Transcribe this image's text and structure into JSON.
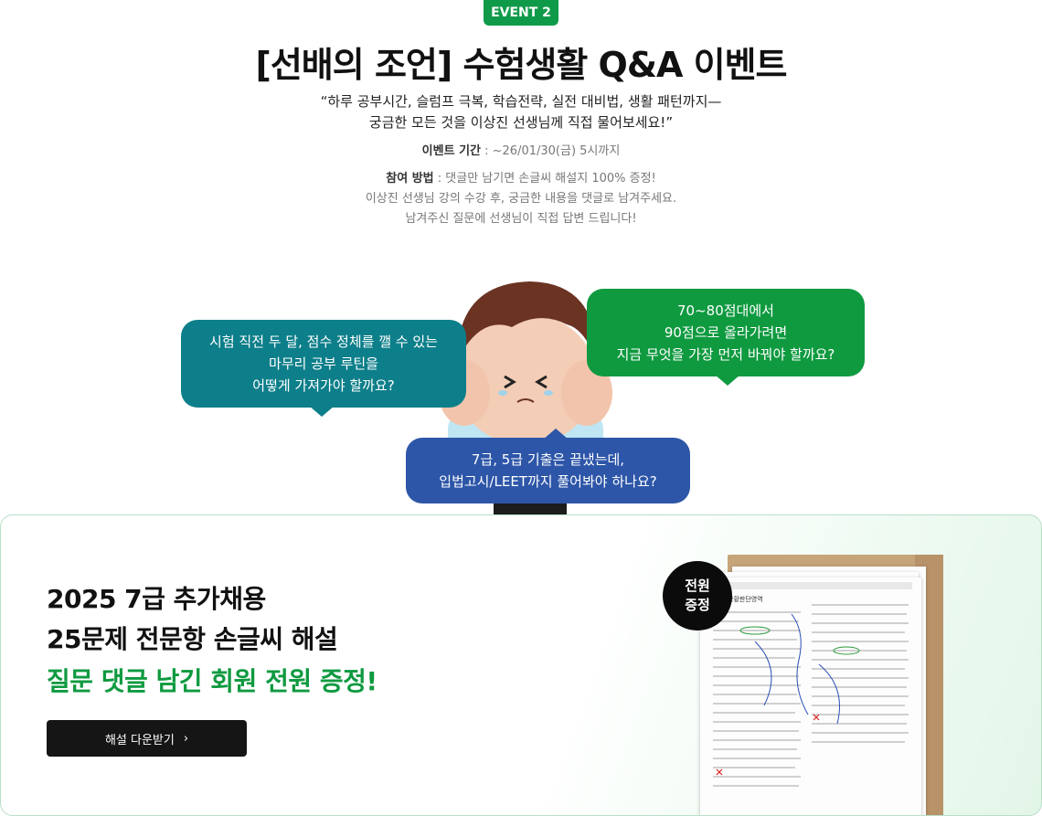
{
  "event_badge": "EVENT 2",
  "title": "[선배의 조언] 수험생활 Q&A 이벤트",
  "quote": {
    "line1": "“하루 공부시간, 슬럼프 극복, 학습전략, 실전 대비법, 생활 패턴까지—",
    "line2": "궁금한 모든 것을 이상진 선생님께 직접 물어보세요!”"
  },
  "period": {
    "label": "이벤트 기간",
    "value": " : ~26/01/30(금) 5시까지"
  },
  "method": {
    "label": "참여 방법",
    "value": " : 댓글만 남기면 손글씨 해설지 100% 증정!",
    "line2": "이상진 선생님 강의 수강 후, 궁금한 내용을 댓글로 남겨주세요.",
    "line3": "남겨주신 질문에 선생님이 직접 답변 드립니다!"
  },
  "bubbles": {
    "left": [
      "시험 직전 두 달, 점수 정체를 깰 수 있는",
      "마무리 공부 루틴을",
      "어떻게 가져가야 할까요?"
    ],
    "right": [
      "70~80점대에서",
      "90점으로 올라가려면",
      "지금 무엇을 가장 먼저 바꿔야 할까요?"
    ],
    "bottom": [
      "7급, 5급 기출은 끝냈는데,",
      "입법고시/LEET까지 풀어봐야 하나요?"
    ]
  },
  "promo": {
    "line1": "2025 7급 추가채용",
    "line2": "25문제 전문항 손글씨 해설",
    "line3": "질문 댓글 남긴 회원 전원 증정!",
    "button": "해설 다운받기",
    "seal_line1": "전원",
    "seal_line2": "증정",
    "sheet_title": "상황판단영역"
  },
  "colors": {
    "accent_green": "#0f9a40",
    "teal": "#0d7f8a",
    "blue": "#2d56a8"
  }
}
